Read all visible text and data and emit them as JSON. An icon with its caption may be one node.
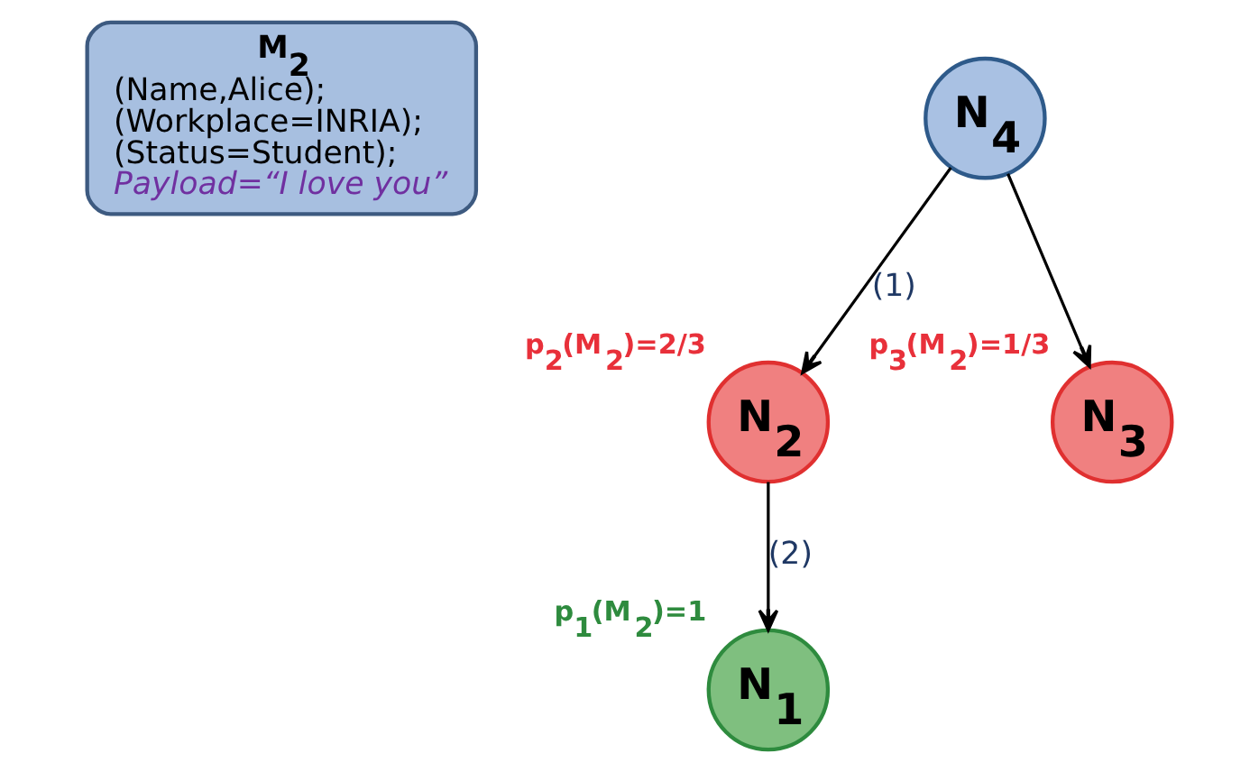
{
  "diagram": {
    "nodes": [
      {
        "text": [
          "M$_{2}$",
          "(Name,Alice); (Workplace=INRIA); (Status=Student); *Payload=“I love you”*"
        ]
      },
      {
        "text": [
          "N$_{4}$"
        ]
      },
      {
        "text": [
          "N$_{2}$"
        ],
        "beside": [
          "p$_{2}$(M$_{2}$)=2/3"
        ]
      },
      {
        "text": [
          "N$_{1}$"
        ],
        "beside": [
          "p$_{1}$(M$_{2}$)=1"
        ]
      },
      {
        "text": [
          "N$_{3}$"
        ],
        "beside": [
          "p$_{3}$(M$_{2}$)=1/3"
        ]
      }
    ],
    "edges": [
      {
        "from": 1,
        "to": 2,
        "arrow": "to",
        "label": "(1)"
      },
      {
        "from": 1,
        "to": 4,
        "arrow": "to"
      },
      {
        "from": 2,
        "to": 3,
        "arrow": "to",
        "label": "(2)"
      }
    ]
  }
}
